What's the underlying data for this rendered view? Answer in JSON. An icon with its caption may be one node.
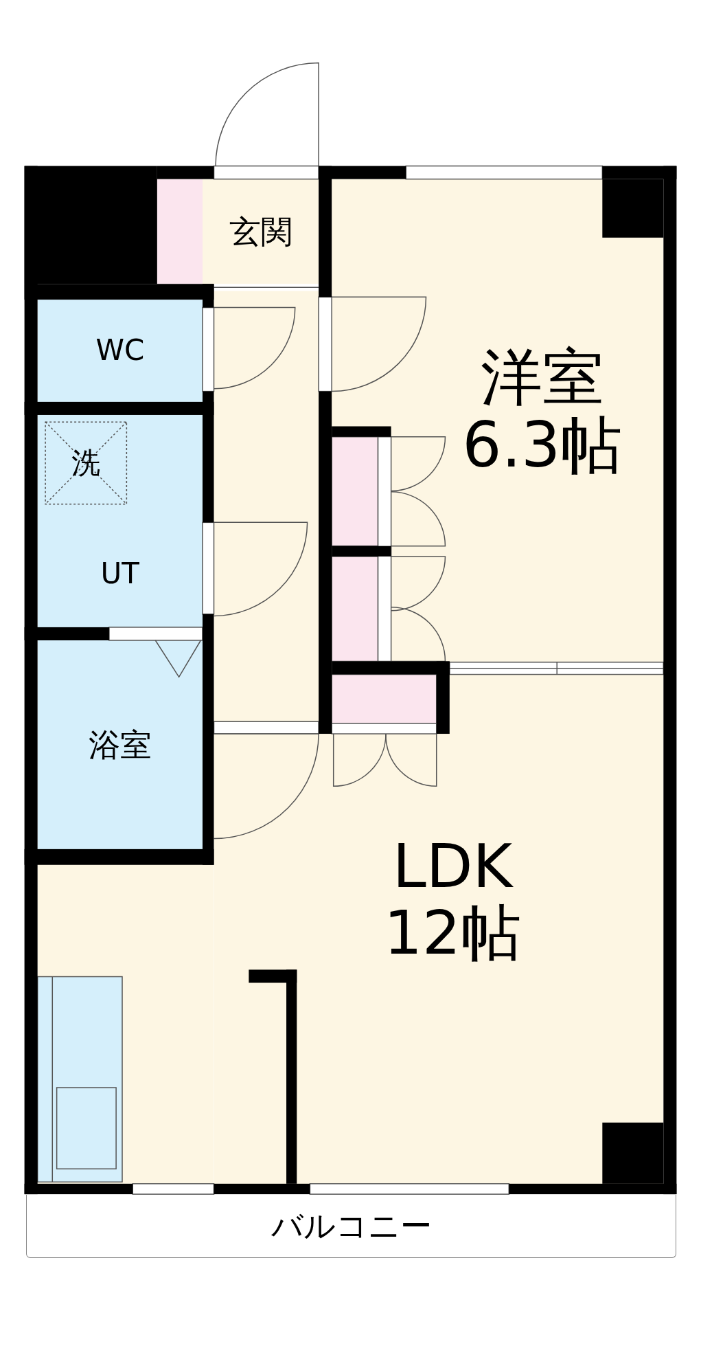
{
  "diagram": {
    "nodes": [
      {
        "text": [
          "玄関"
        ]
      },
      {
        "text": [
          "WC"
        ]
      },
      {
        "text": [
          "UT"
        ]
      },
      {
        "text": [
          "洗"
        ],
        "in": 2
      },
      {
        "text": [
          "浴室"
        ]
      },
      {
        "text": [
          "洋室",
          "6.3帖"
        ]
      },
      {
        "text": [
          "LDK",
          "12帖"
        ]
      },
      {
        "text": [
          "バルコニー"
        ]
      }
    ]
  }
}
